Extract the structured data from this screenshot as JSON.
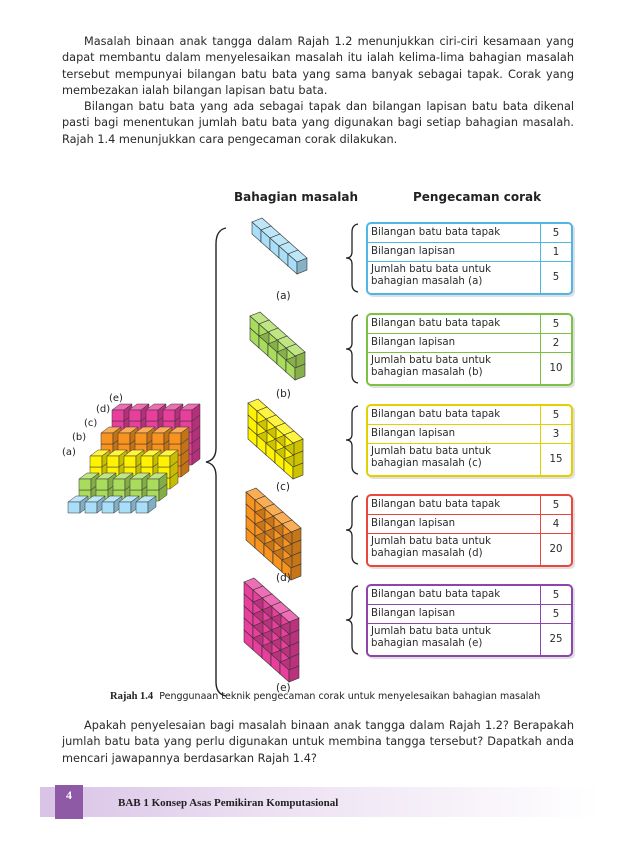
{
  "intro": {
    "p1": "Masalah binaan anak tangga dalam Rajah 1.2 menunjukkan ciri-ciri kesamaan yang dapat membantu dalam menyelesaikan masalah itu ialah kelima-lima bahagian masalah tersebut mempunyai bilangan batu bata yang sama banyak sebagai tapak. Corak yang membezakan ialah bilangan lapisan batu bata.",
    "p2": "Bilangan batu bata yang ada sebagai tapak dan bilangan lapisan batu bata dikenal pasti bagi menentukan jumlah batu bata yang digunakan bagi setiap bahagian masalah. Rajah 1.4 menunjukkan cara pengecaman corak dilakukan."
  },
  "figure": {
    "header_left": "Bahagian masalah",
    "header_right": "Pengecaman corak",
    "stair_labels": [
      "(a)",
      "(b)",
      "(c)",
      "(d)",
      "(e)"
    ],
    "panels": [
      {
        "id": "(a)",
        "color": "#4fb6e6",
        "cube": "#a8def7",
        "rows": [
          {
            "label": "Bilangan batu bata tapak",
            "value": "5"
          },
          {
            "label": "Bilangan lapisan",
            "value": "1"
          },
          {
            "label": "Jumlah batu bata untuk bahagian masalah (a)",
            "value": "5"
          }
        ]
      },
      {
        "id": "(b)",
        "color": "#7cc242",
        "cube": "#a9dc5c",
        "rows": [
          {
            "label": "Bilangan batu bata tapak",
            "value": "5"
          },
          {
            "label": "Bilangan lapisan",
            "value": "2"
          },
          {
            "label": "Jumlah batu bata untuk bahagian masalah (b)",
            "value": "10"
          }
        ]
      },
      {
        "id": "(c)",
        "color": "#e2d000",
        "cube": "#fff200",
        "rows": [
          {
            "label": "Bilangan batu bata tapak",
            "value": "5"
          },
          {
            "label": "Bilangan lapisan",
            "value": "3"
          },
          {
            "label": "Jumlah batu bata untuk bahagian masalah (c)",
            "value": "15"
          }
        ]
      },
      {
        "id": "(d)",
        "color": "#e9473e",
        "cube": "#f7931e",
        "rows": [
          {
            "label": "Bilangan batu bata tapak",
            "value": "5"
          },
          {
            "label": "Bilangan lapisan",
            "value": "4"
          },
          {
            "label": "Jumlah batu bata untuk bahagian masalah (d)",
            "value": "20"
          }
        ]
      },
      {
        "id": "(e)",
        "color": "#8e44ad",
        "cube": "#e83e9c",
        "rows": [
          {
            "label": "Bilangan batu bata tapak",
            "value": "5"
          },
          {
            "label": "Bilangan lapisan",
            "value": "5"
          },
          {
            "label": "Jumlah batu bata untuk bahagian masalah (e)",
            "value": "25"
          }
        ]
      }
    ],
    "caption_label": "Rajah 1.4",
    "caption_text": "Penggunaan teknik pengecaman corak untuk menyelesaikan bahagian masalah"
  },
  "question": "Apakah penyelesaian bagi masalah binaan anak tangga dalam Rajah 1.2? Berapakah jumlah batu bata yang perlu digunakan untuk membina tangga tersebut? Dapatkah anda mencari jawapannya berdasarkan Rajah 1.4?",
  "footer": {
    "page_number": "4",
    "chapter": "BAB 1  Konsep Asas Pemikiran Komputasional"
  }
}
